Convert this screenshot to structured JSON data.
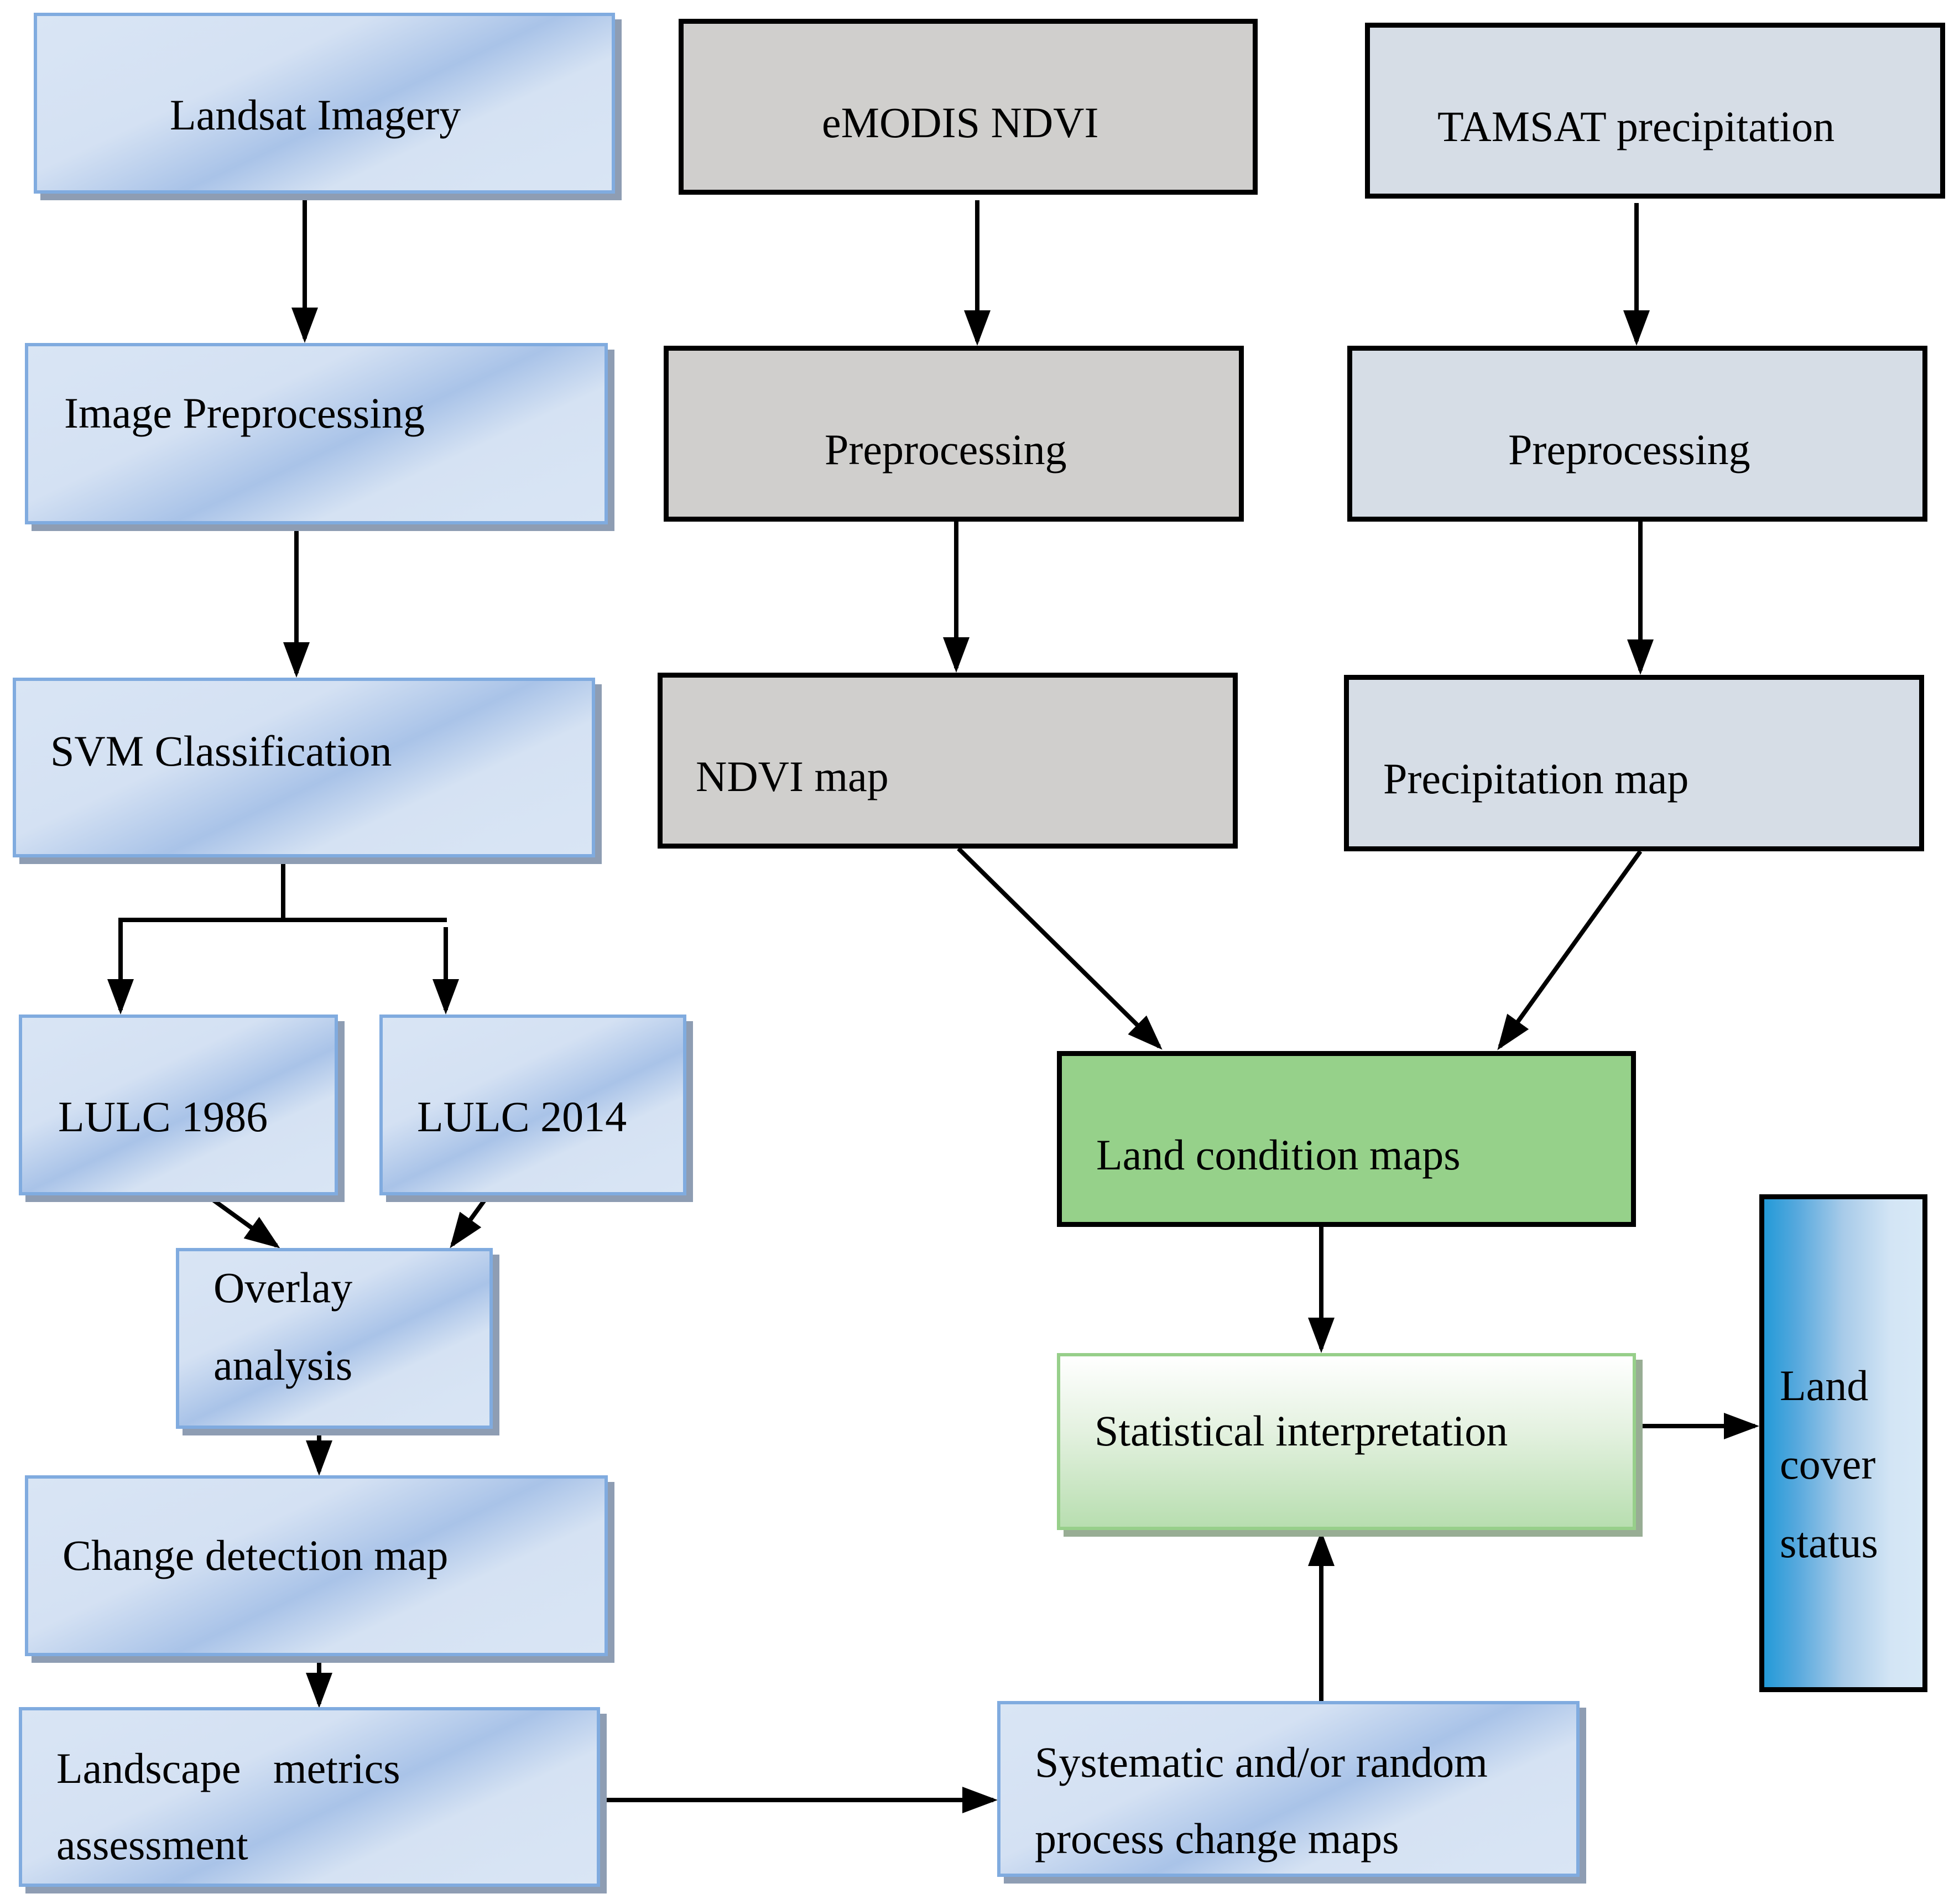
{
  "diagram": {
    "type": "flowchart",
    "nodes": {
      "landsat": "Landsat Imagery",
      "image_preprocessing": "Image Preprocessing",
      "svm": "SVM Classification",
      "lulc_1986": "LULC 1986",
      "lulc_2014": "LULC 2014",
      "overlay": [
        "Overlay",
        "analysis"
      ],
      "change_detection": "Change detection map",
      "landscape_metrics": [
        "Landscape   metrics",
        "assessment"
      ],
      "emodis": "eMODIS NDVI",
      "ndvi_preprocessing": "Preprocessing",
      "ndvi_map": "NDVI map",
      "tamsat": "TAMSAT precipitation",
      "precip_preprocessing": "Preprocessing",
      "precip_map": "Precipitation map",
      "land_condition": "Land condition maps",
      "statistical": "Statistical interpretation",
      "land_cover_status": [
        "Land",
        "cover",
        "status"
      ],
      "systematic": [
        "Systematic and/or random",
        "process change maps"
      ]
    },
    "edges": [
      [
        "landsat",
        "image_preprocessing"
      ],
      [
        "image_preprocessing",
        "svm"
      ],
      [
        "svm",
        "lulc_1986"
      ],
      [
        "svm",
        "lulc_2014"
      ],
      [
        "lulc_1986",
        "overlay"
      ],
      [
        "lulc_2014",
        "overlay"
      ],
      [
        "overlay",
        "change_detection"
      ],
      [
        "change_detection",
        "landscape_metrics"
      ],
      [
        "landscape_metrics",
        "systematic"
      ],
      [
        "systematic",
        "statistical"
      ],
      [
        "emodis",
        "ndvi_preprocessing"
      ],
      [
        "ndvi_preprocessing",
        "ndvi_map"
      ],
      [
        "ndvi_map",
        "land_condition"
      ],
      [
        "tamsat",
        "precip_preprocessing"
      ],
      [
        "precip_preprocessing",
        "precip_map"
      ],
      [
        "precip_map",
        "land_condition"
      ],
      [
        "land_condition",
        "statistical"
      ],
      [
        "statistical",
        "land_cover_status"
      ]
    ],
    "colors": {
      "blue_gradient": "#83abe0",
      "gray_fill": "#d0cfcd",
      "slate_fill": "#d6dde6",
      "green_fill": "#96d18a",
      "stat_border": "#97cf8a",
      "status_blue": "#239ad8"
    }
  }
}
